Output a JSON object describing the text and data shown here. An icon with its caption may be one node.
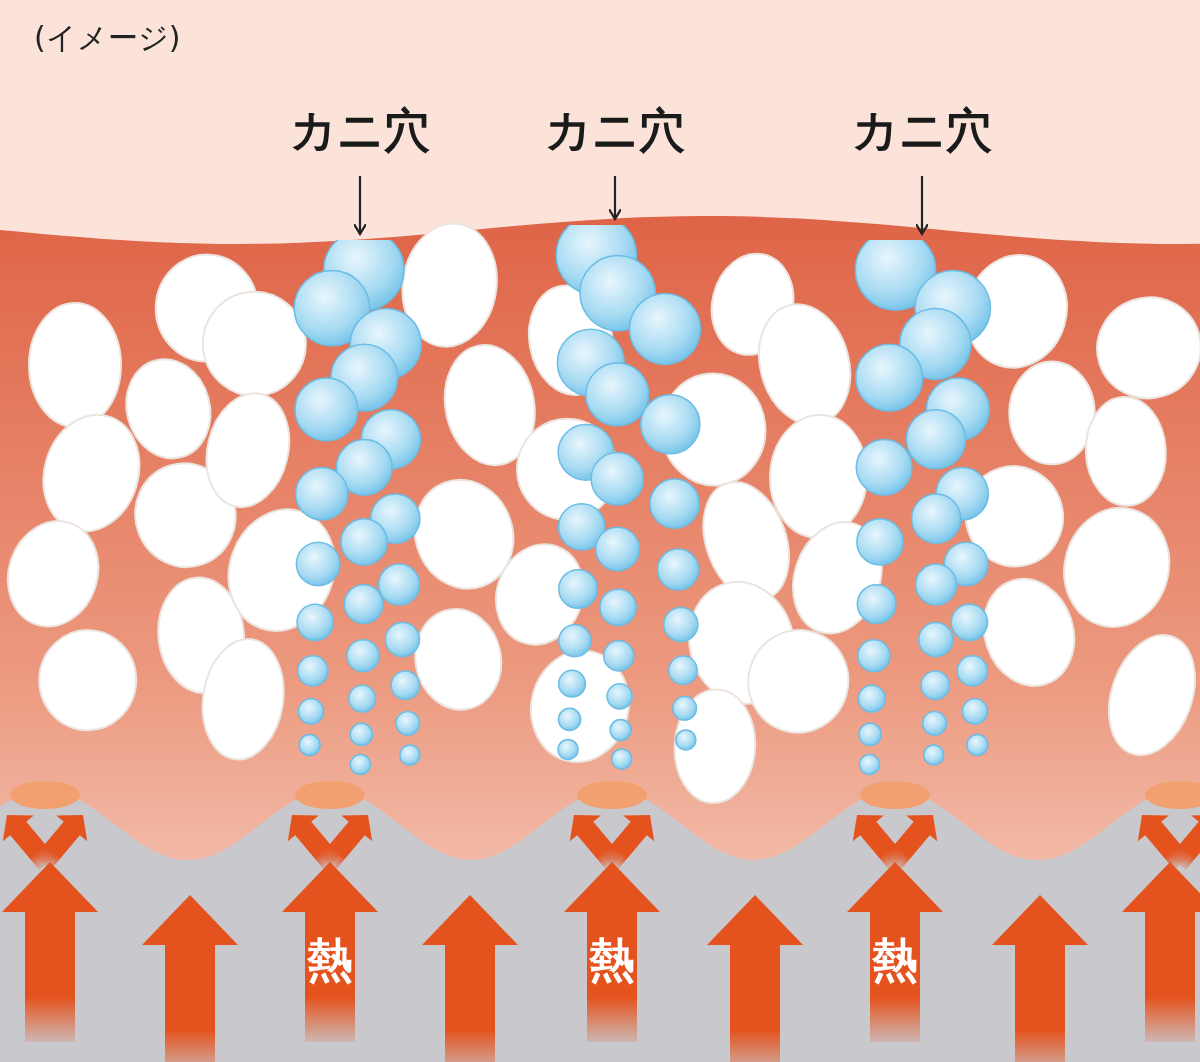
{
  "diagram": {
    "nodes": [
      {
        "text": [
          "カニ穴"
        ]
      },
      {
        "text": [
          "カニ穴"
        ]
      },
      {
        "text": [
          "カニ穴"
        ]
      },
      {
        "text": [],
        "shape": "picture"
      },
      {
        "text": [],
        "shape": "picture"
      },
      {
        "text": [],
        "shape": "picture"
      },
      {
        "text": [
          "熱"
        ]
      },
      {
        "text": [
          "熱"
        ]
      },
      {
        "text": [
          "熱"
        ]
      }
    ],
    "edges": [
      {
        "from": 0,
        "to": 3,
        "arrow": "to"
      },
      {
        "from": 1,
        "to": 4,
        "arrow": "to"
      },
      {
        "from": 2,
        "to": 5,
        "arrow": "to"
      }
    ],
    "labels": [
      "(イメージ)"
    ]
  }
}
